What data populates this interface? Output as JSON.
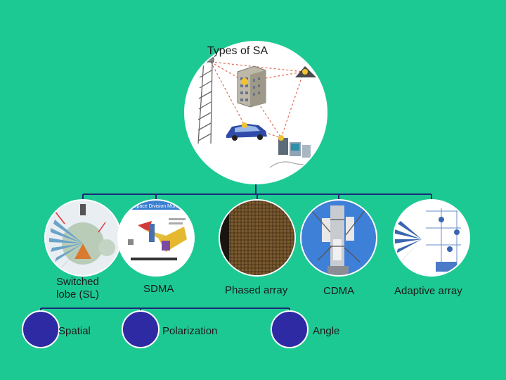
{
  "root": {
    "title": "Types of SA"
  },
  "children": [
    {
      "id": "switched-lobe",
      "label": "Switched lobe (SL)"
    },
    {
      "id": "sdma",
      "label": "SDMA"
    },
    {
      "id": "phased-array",
      "label": "Phased array"
    },
    {
      "id": "cdma",
      "label": "CDMA"
    },
    {
      "id": "adaptive-array",
      "label": "Adaptive array"
    }
  ],
  "sub_nodes": [
    {
      "id": "spatial",
      "label": "Spatial"
    },
    {
      "id": "polarization",
      "label": "Polarization"
    },
    {
      "id": "angle",
      "label": "Angle"
    }
  ],
  "thumbnail_text": {
    "sdma_banner": "Space Division Multiple"
  },
  "colors": {
    "background": "#1dc993",
    "connector": "#1b2a7a",
    "sub_node_fill": "#2e2aa4",
    "sub_node_stroke": "#ffffff"
  }
}
